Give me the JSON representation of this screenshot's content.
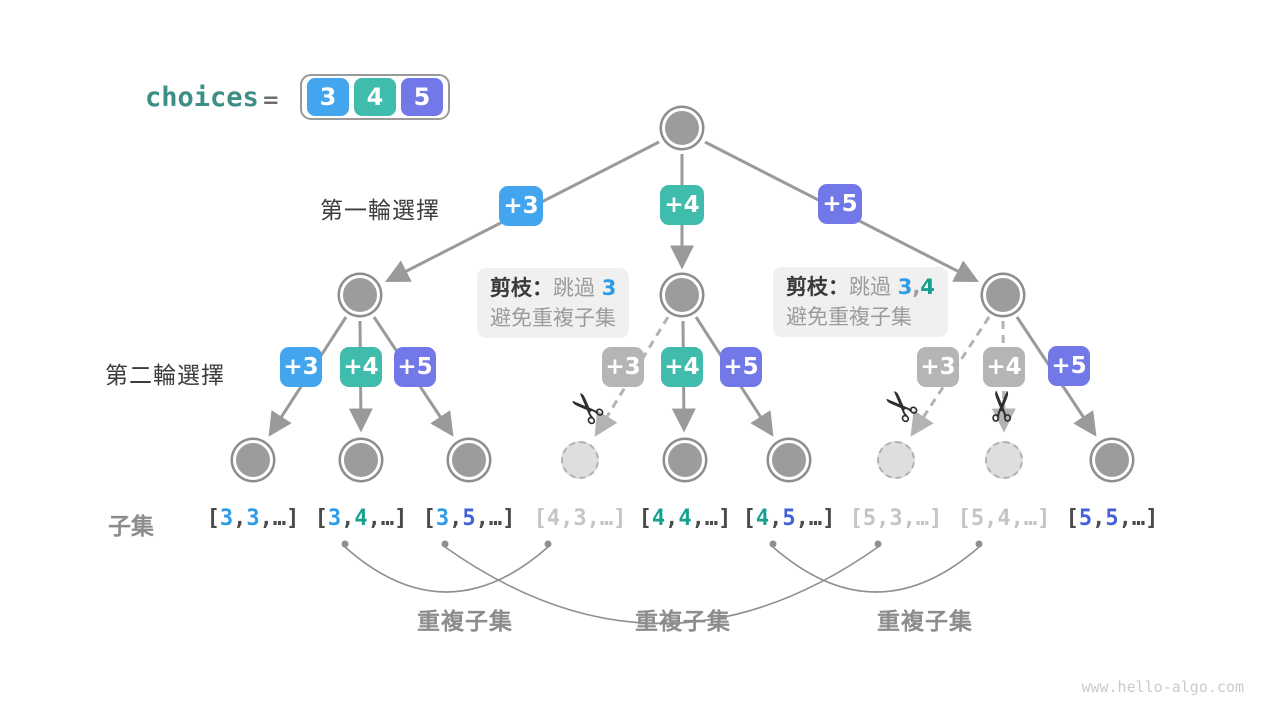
{
  "palette": {
    "blue": "#44a5ef",
    "teal": "#3fbcac",
    "purple": "#7278e8",
    "pruned_badge": "#b5b5b5",
    "num3": "#2d9be6",
    "num4": "#16a090",
    "num5": "#4261d8",
    "edge": "#9a9a9a",
    "edge_light": "#b3b3b3",
    "node_fill": "#9c9c9c",
    "node_ring": "#8d8d8d",
    "pruned_fill": "#dedede",
    "pruned_ring": "#b0b0b0",
    "ann_bg": "#f0f0f0",
    "gray": "#9b9b9b",
    "dark": "#4a4a4a",
    "pruned_text": "#c4c4c4",
    "choices_teal": "#3e8e88"
  },
  "header": {
    "choices_label": "choices",
    "equals": "=",
    "array_values": [
      "3",
      "4",
      "5"
    ]
  },
  "round_labels": {
    "first": "第一輪選擇",
    "second": "第二輪選擇"
  },
  "tree": {
    "level1_badges": [
      {
        "label": "+3",
        "variant": "blue"
      },
      {
        "label": "+4",
        "variant": "teal"
      },
      {
        "label": "+5",
        "variant": "purple"
      }
    ],
    "level2_badges": [
      {
        "label": "+3",
        "variant": "blue"
      },
      {
        "label": "+4",
        "variant": "teal"
      },
      {
        "label": "+5",
        "variant": "purple"
      },
      {
        "label": "+3",
        "variant": "pruned"
      },
      {
        "label": "+4",
        "variant": "teal"
      },
      {
        "label": "+5",
        "variant": "purple"
      },
      {
        "label": "+3",
        "variant": "pruned"
      },
      {
        "label": "+4",
        "variant": "pruned"
      },
      {
        "label": "+5",
        "variant": "purple"
      }
    ]
  },
  "annotations": [
    {
      "title": "剪枝：",
      "body": "跳過 ",
      "values": [
        {
          "text": "3",
          "color_key": "num3"
        }
      ],
      "line2": "避免重複子集"
    },
    {
      "title": "剪枝：",
      "body": "跳過 ",
      "values": [
        {
          "text": "3",
          "color_key": "num3"
        },
        {
          "text": ",",
          "color_key": "gray"
        },
        {
          "text": "4",
          "color_key": "num4"
        }
      ],
      "line2": "避免重複子集"
    }
  ],
  "subsets": {
    "label": "子集",
    "ellipsis": "…",
    "items": [
      {
        "first": "3",
        "second": "3",
        "pruned": false
      },
      {
        "first": "3",
        "second": "4",
        "pruned": false
      },
      {
        "first": "3",
        "second": "5",
        "pruned": false
      },
      {
        "first": "4",
        "second": "3",
        "pruned": true
      },
      {
        "first": "4",
        "second": "4",
        "pruned": false
      },
      {
        "first": "4",
        "second": "5",
        "pruned": false
      },
      {
        "first": "5",
        "second": "3",
        "pruned": true
      },
      {
        "first": "5",
        "second": "4",
        "pruned": true
      },
      {
        "first": "5",
        "second": "5",
        "pruned": false
      }
    ]
  },
  "duplicate_labels": [
    "重複子集",
    "重複子集",
    "重複子集"
  ],
  "scissors_icon": "✂",
  "watermark": "www.hello-algo.com"
}
